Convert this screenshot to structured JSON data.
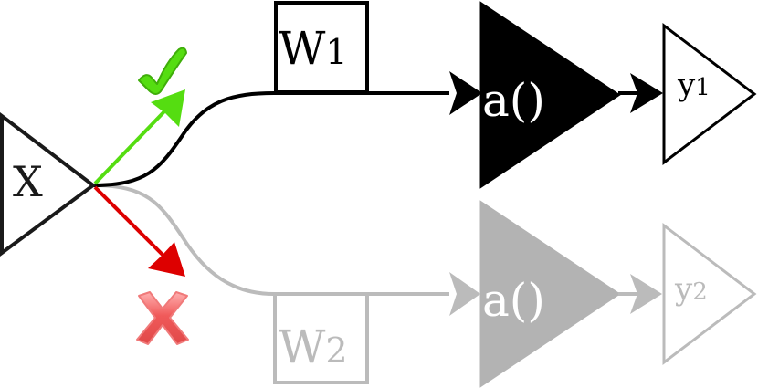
{
  "input_node": {
    "label": "X"
  },
  "branches": [
    {
      "weight_label": "W",
      "weight_subscript": "1",
      "activation_label": "a()",
      "output_label": "y",
      "output_subscript": "1",
      "state": "active",
      "color": "#000000",
      "activation_fill": "#000000"
    },
    {
      "weight_label": "W",
      "weight_subscript": "2",
      "activation_label": "a()",
      "output_label": "y",
      "output_subscript": "2",
      "state": "inactive",
      "color": "#bbbbbb",
      "activation_fill": "#b3b3b3"
    }
  ],
  "markers": {
    "accept": {
      "icon": "check-icon",
      "color": "#55dd11"
    },
    "reject": {
      "icon": "x-mark-icon",
      "color": "#ee3333"
    }
  }
}
